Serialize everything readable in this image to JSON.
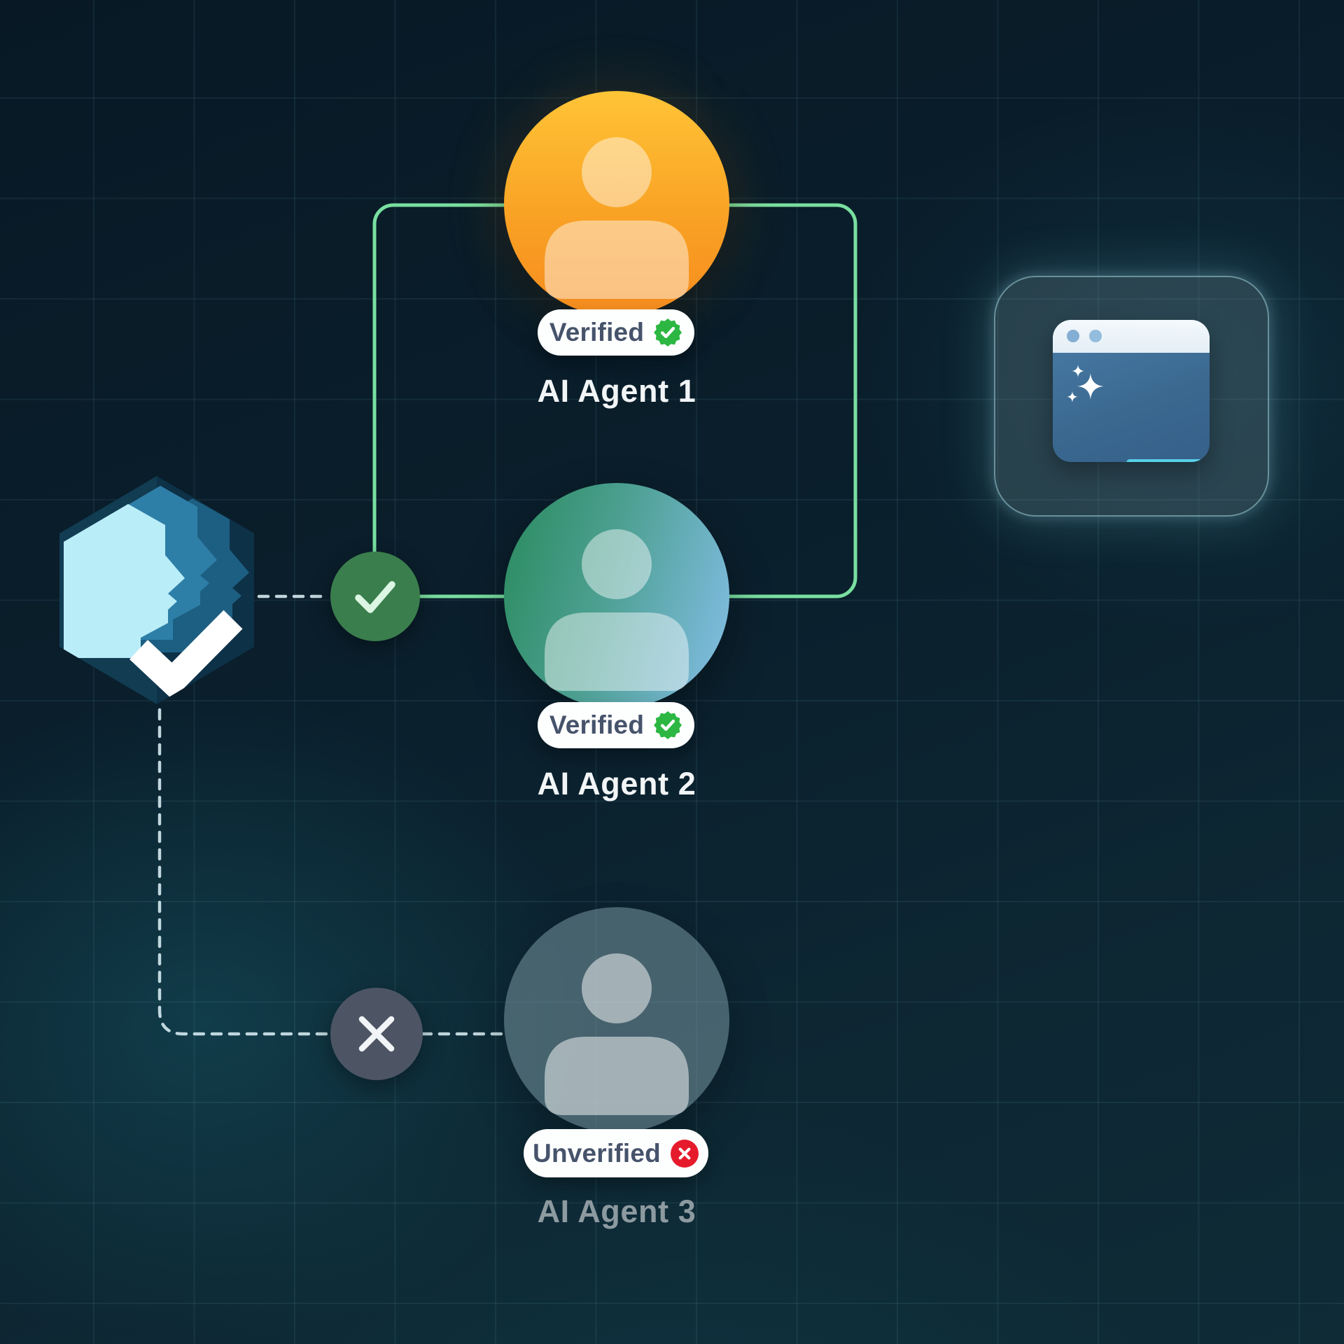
{
  "title": "AI agent verification diagram",
  "logo": {
    "name": "identity-hexagon-logo"
  },
  "agents": [
    {
      "label": "AI Agent 1",
      "badge": "Verified",
      "status": "verified",
      "avatar_gradient": [
        "#ffc437",
        "#f68c1f"
      ]
    },
    {
      "label": "AI Agent 2",
      "badge": "Verified",
      "status": "verified",
      "avatar_gradient": [
        "#2e8d64",
        "#7fbbdf"
      ]
    },
    {
      "label": "AI Agent 3",
      "badge": "Unverified",
      "status": "unverified",
      "avatar_gradient": [
        "#51707c",
        "#51707c"
      ]
    }
  ],
  "nodes": {
    "pass_node": "check",
    "fail_node": "cross"
  },
  "icons": [
    "seal-check-icon",
    "x-circle-icon",
    "check-icon",
    "cross-icon",
    "person-icon",
    "sparkles-icon",
    "browser-window-icon"
  ],
  "colors": {
    "connector_verified": "#79dfa0",
    "connector_to_app": "#64a0ce",
    "connector_dashed": "#d4e9ef",
    "badge_text": "#46536b",
    "verified_seal": "#2cb742",
    "unverified_dot": "#e51b2c",
    "label_light": "#f2f5f6",
    "label_muted": "#8d9aa0",
    "check_node": "#3b7e4d",
    "cross_node": "#4d5564"
  }
}
